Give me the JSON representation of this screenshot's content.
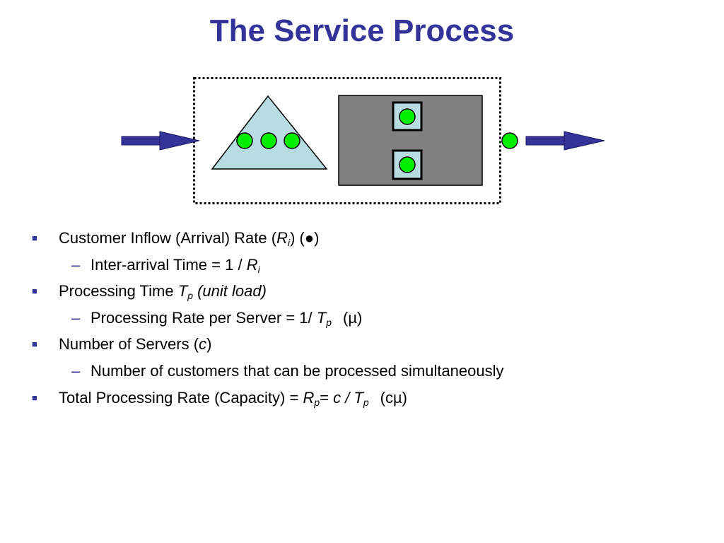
{
  "slide": {
    "title": "The Service Process"
  },
  "colors": {
    "title": "#333399",
    "bullet_marker": "#333399",
    "arrow_fill": "#333399",
    "queue_triangle": "#b7dde2",
    "server_box": "#808080",
    "server_slot": "#b7dde2",
    "customer": "#00ee00",
    "boundary": "#000000"
  },
  "icons": {
    "level1_marker": "square-bullet-icon",
    "level2_marker": "dash-bullet-icon",
    "customer": "customer-circle-icon",
    "arrival_arrow": "arrow-right-icon"
  },
  "diagram": {
    "queue_customer_count": 3,
    "server_count": 2,
    "departing_customer_count": 1
  },
  "bullets": {
    "b1": {
      "text": "Customer Inflow (Arrival) Rate (",
      "var": "R",
      "sub": "i",
      "suffix_open": ") (",
      "symbol": "●",
      "suffix_close": ")"
    },
    "b1a": {
      "text": "Inter-arrival Time = 1 / ",
      "var": "R",
      "sub": "i"
    },
    "b2": {
      "text": "Processing Time ",
      "var": "T",
      "sub": "p",
      "note": " (unit load)"
    },
    "b2a": {
      "text": "Processing Rate per Server = 1/ ",
      "var": "T",
      "sub": "p",
      "extra": "(µ)"
    },
    "b3": {
      "text": "Number of Servers (",
      "var": "c",
      "suffix": ")"
    },
    "b3a": {
      "text": "Number of customers that can be processed simultaneously"
    },
    "b4": {
      "text": "Total Processing Rate (Capacity) = ",
      "var1": "R",
      "sub1": "p",
      "eq": "= ",
      "var2": "c / T",
      "sub2": "p",
      "extra": "(cµ)"
    }
  }
}
